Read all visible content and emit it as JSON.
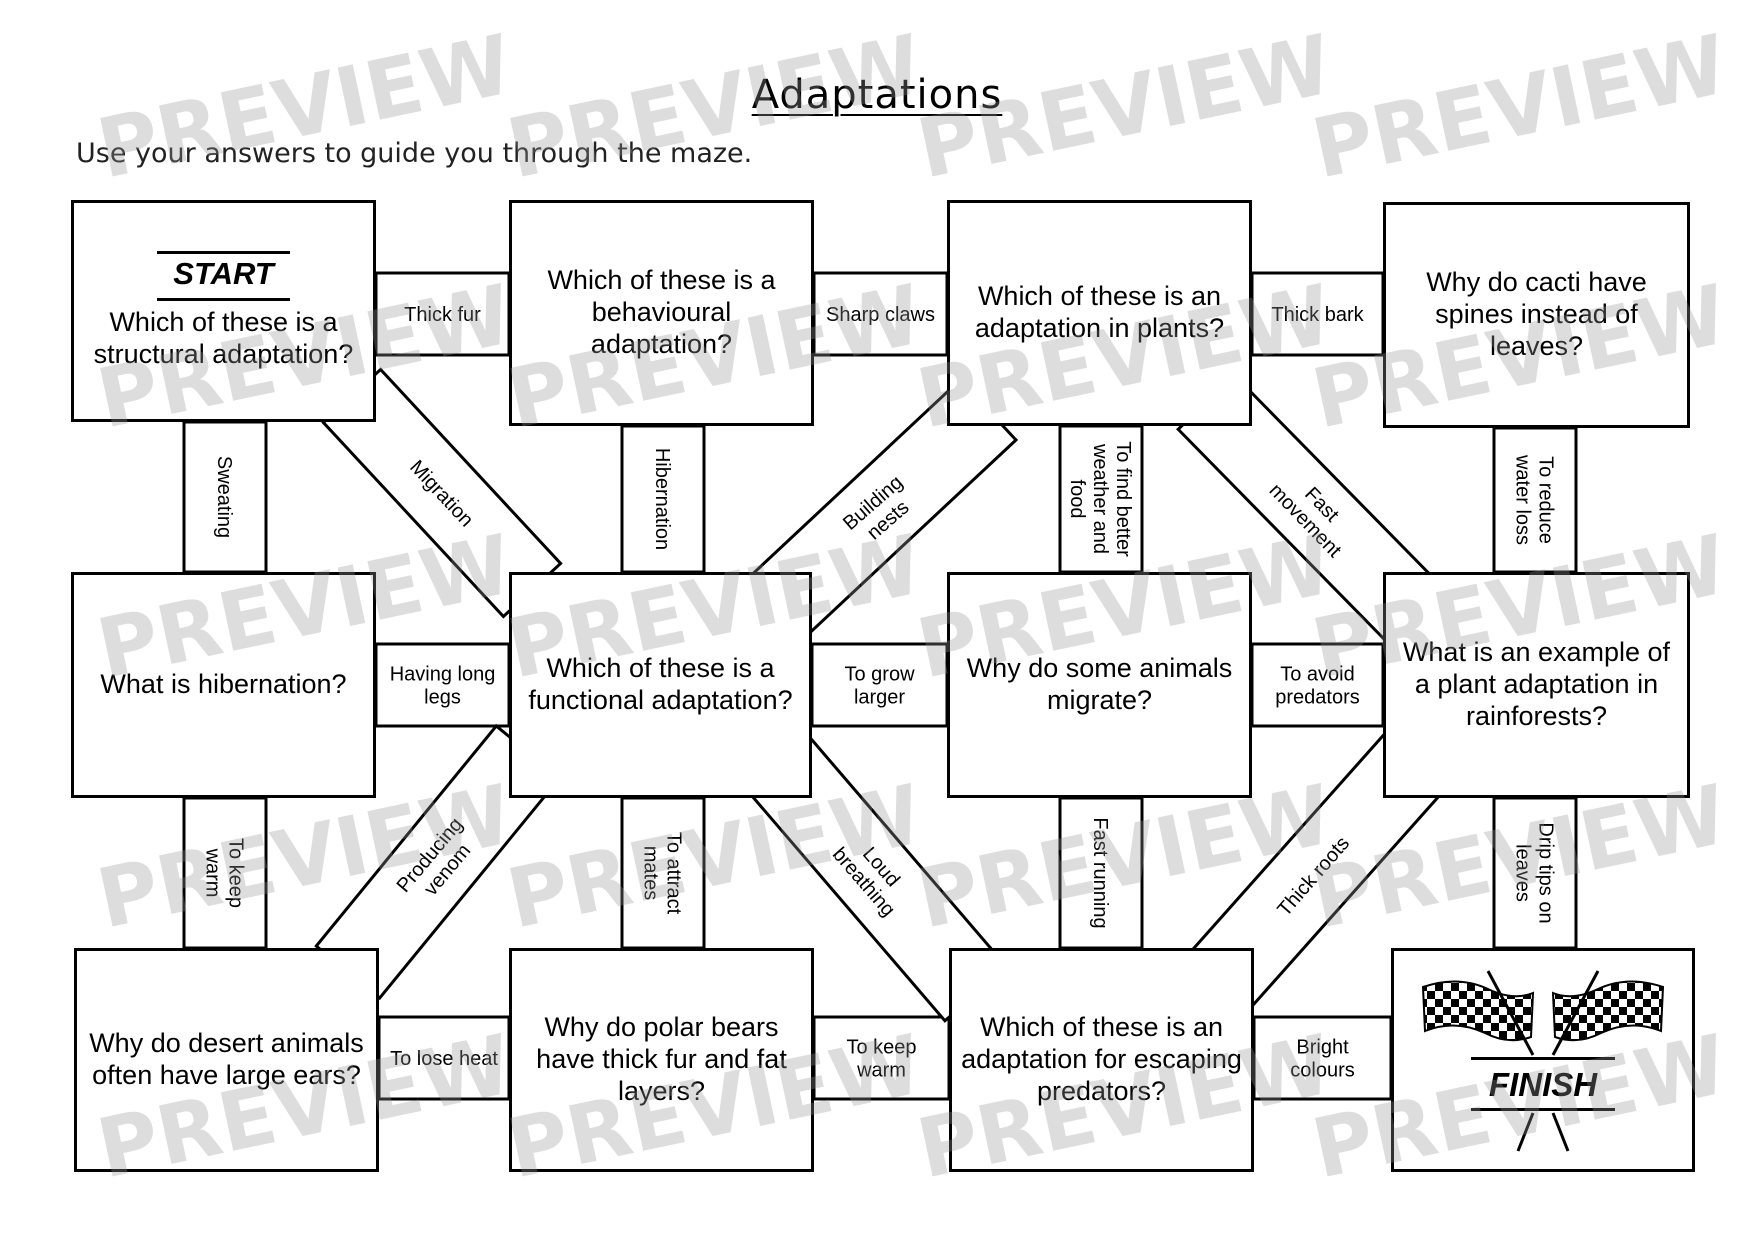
{
  "title": "Adaptations",
  "instructions": "Use your answers to guide you through the maze.",
  "start_label": "START",
  "finish_label": "FINISH",
  "watermark": "PREVIEW",
  "boxes": [
    {
      "id": "q1",
      "text": "Which of these is a structural adaptation?"
    },
    {
      "id": "q2",
      "text": "Which of these is a behavioural adaptation?"
    },
    {
      "id": "q3",
      "text": "Which of these is an adaptation in plants?"
    },
    {
      "id": "q4",
      "text": "Why do cacti have spines instead of leaves?"
    },
    {
      "id": "q5",
      "text": "What is hibernation?"
    },
    {
      "id": "q6",
      "text": "Which of these is a functional adaptation?"
    },
    {
      "id": "q7",
      "text": "Why do some animals migrate?"
    },
    {
      "id": "q8",
      "text": "What is an example of a plant adaptation in rainforests?"
    },
    {
      "id": "q9",
      "text": "Why do desert animals often have large ears?"
    },
    {
      "id": "q10",
      "text": "Why do polar bears have thick fur and fat layers?"
    },
    {
      "id": "q11",
      "text": "Which of these is an adaptation for escaping predators?"
    }
  ],
  "paths": [
    {
      "label": [
        "Thick fur"
      ]
    },
    {
      "label": [
        "Sharp claws"
      ]
    },
    {
      "label": [
        "Thick bark"
      ]
    },
    {
      "label": [
        "Having long",
        "legs"
      ]
    },
    {
      "label": [
        "To grow",
        "larger"
      ]
    },
    {
      "label": [
        "To avoid",
        "predators"
      ]
    },
    {
      "label": [
        "To lose heat"
      ]
    },
    {
      "label": [
        "To keep",
        "warm"
      ]
    },
    {
      "label": [
        "Bright",
        "colours"
      ]
    },
    {
      "label": [
        "Sweating"
      ]
    },
    {
      "label": [
        "Hibernation"
      ]
    },
    {
      "label": [
        "To find better",
        "weather and",
        "food"
      ]
    },
    {
      "label": [
        "To reduce",
        "water loss"
      ]
    },
    {
      "label": [
        "To keep",
        "warm"
      ]
    },
    {
      "label": [
        "To attract",
        "mates"
      ]
    },
    {
      "label": [
        "Fast running"
      ]
    },
    {
      "label": [
        "Drip tips on",
        "leaves"
      ]
    },
    {
      "label": [
        "Migration"
      ]
    },
    {
      "label": [
        "Building",
        "nests"
      ]
    },
    {
      "label": [
        "Fast",
        "movement"
      ]
    },
    {
      "label": [
        "Producing",
        "venom"
      ]
    },
    {
      "label": [
        "Loud",
        "breathing"
      ]
    },
    {
      "label": [
        "Thick roots"
      ]
    }
  ]
}
